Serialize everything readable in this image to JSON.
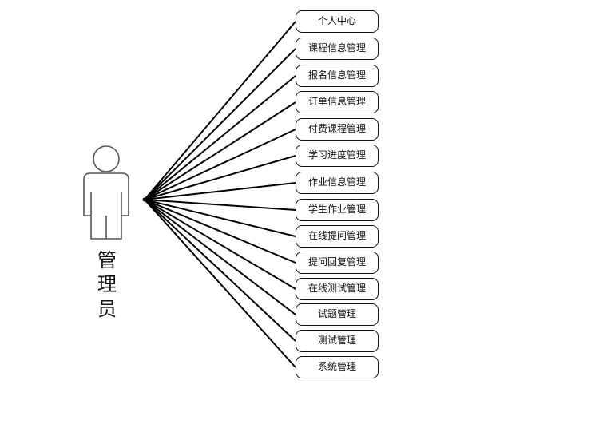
{
  "actor": {
    "name_chars": [
      "管",
      "理",
      "员"
    ]
  },
  "use_cases": [
    "个人中心",
    "课程信息管理",
    "报名信息管理",
    "订单信息管理",
    "付费课程管理",
    "学习进度管理",
    "作业信息管理",
    "学生作业管理",
    "在线提问管理",
    "提问回复管理",
    "在线测试管理",
    "试题管理",
    "测试管理",
    "系统管理"
  ]
}
